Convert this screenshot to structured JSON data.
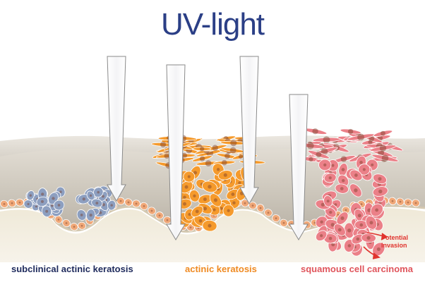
{
  "title": "UV-light",
  "annotation": {
    "line1": "Potential",
    "line2": "Invasion"
  },
  "stages": [
    {
      "label": "subclinical actinic keratosis"
    },
    {
      "label": "actinic keratosis"
    },
    {
      "label": "squamous cell carcinoma"
    }
  ],
  "colors": {
    "title": "#2b3f86",
    "stage1": "#1e2a5c",
    "stage2": "#ef8a22",
    "stage3": "#e0555c",
    "invasion": "#e0342e",
    "basal_cells": "#f0a878",
    "blue_cells": "#8d9fc0",
    "orange_cells": "#f59a2c",
    "red_cells": "#eb8088"
  }
}
